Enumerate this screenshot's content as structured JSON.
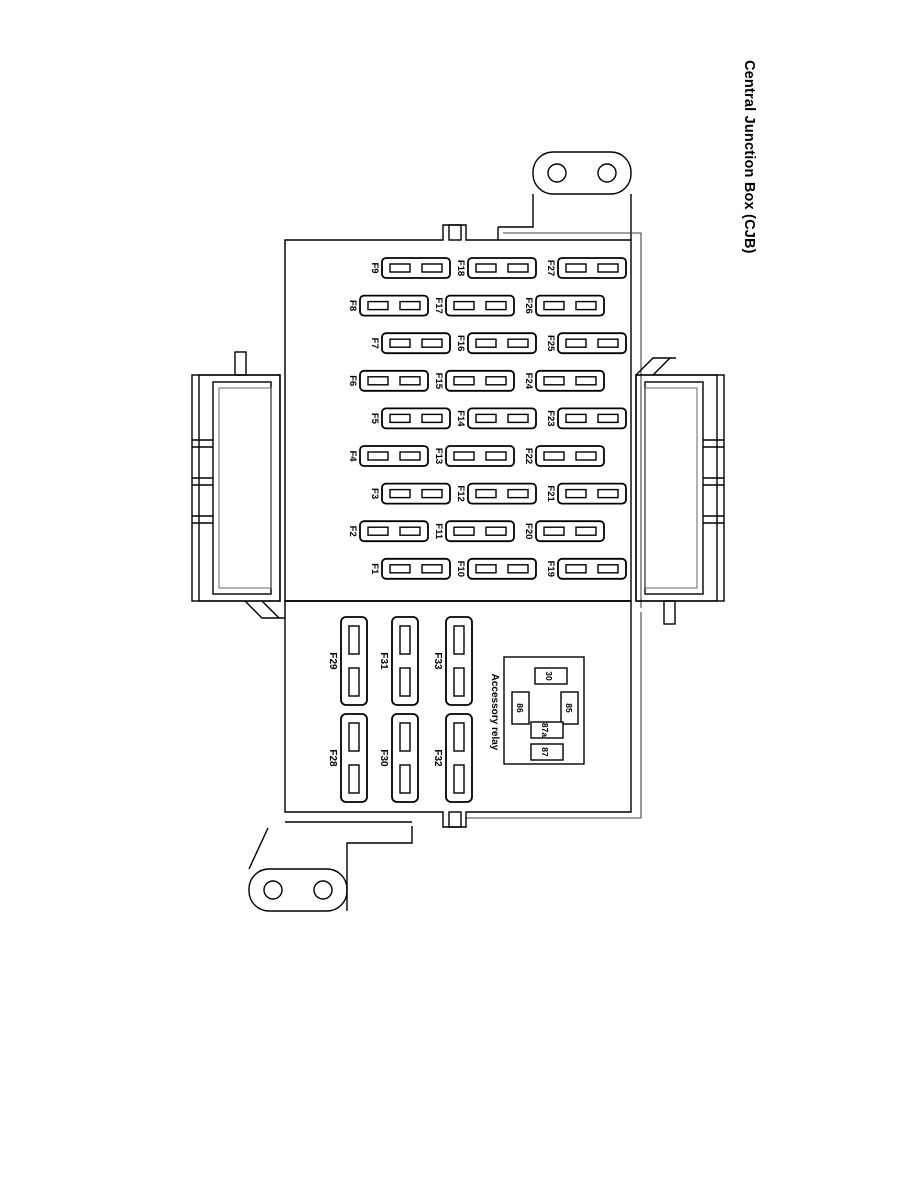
{
  "page": {
    "title": "Central Junction Box (CJB)",
    "title_orientation": "rotated-90-clockwise"
  },
  "diagram": {
    "kind": "automotive-fuse-box-layout",
    "component_name": "Central Junction Box (CJB)",
    "relay": {
      "label": "Accessory relay",
      "terminals": [
        {
          "id": "relay-terminal-30",
          "label": "30"
        },
        {
          "id": "relay-terminal-86",
          "label": "86"
        },
        {
          "id": "relay-terminal-85",
          "label": "85"
        },
        {
          "id": "relay-terminal-87a",
          "label": "87a"
        },
        {
          "id": "relay-terminal-87",
          "label": "87"
        }
      ]
    },
    "mini_fuses": {
      "column_1": [
        "F9",
        "F8",
        "F7",
        "F6",
        "F5",
        "F4",
        "F3",
        "F2",
        "F1"
      ],
      "column_2": [
        "F18",
        "F17",
        "F16",
        "F15",
        "F14",
        "F13",
        "F12",
        "F11",
        "F10"
      ],
      "column_3": [
        "F27",
        "F26",
        "F25",
        "F24",
        "F23",
        "F22",
        "F21",
        "F20",
        "F19"
      ]
    },
    "cartridge_fuses": {
      "top_row": [
        "F29",
        "F31",
        "F33"
      ],
      "bottom_row": [
        "F28",
        "F30",
        "F32"
      ]
    },
    "connectors": [
      {
        "id": "connector-left",
        "label": ""
      },
      {
        "id": "connector-right",
        "label": ""
      }
    ],
    "mounting_tabs": [
      {
        "id": "mount-tab-top",
        "holes": 2
      },
      {
        "id": "mount-tab-bottom",
        "holes": 2
      }
    ]
  },
  "colors": {
    "line": "#000000",
    "line_soft": "#555555",
    "background": "#ffffff"
  }
}
